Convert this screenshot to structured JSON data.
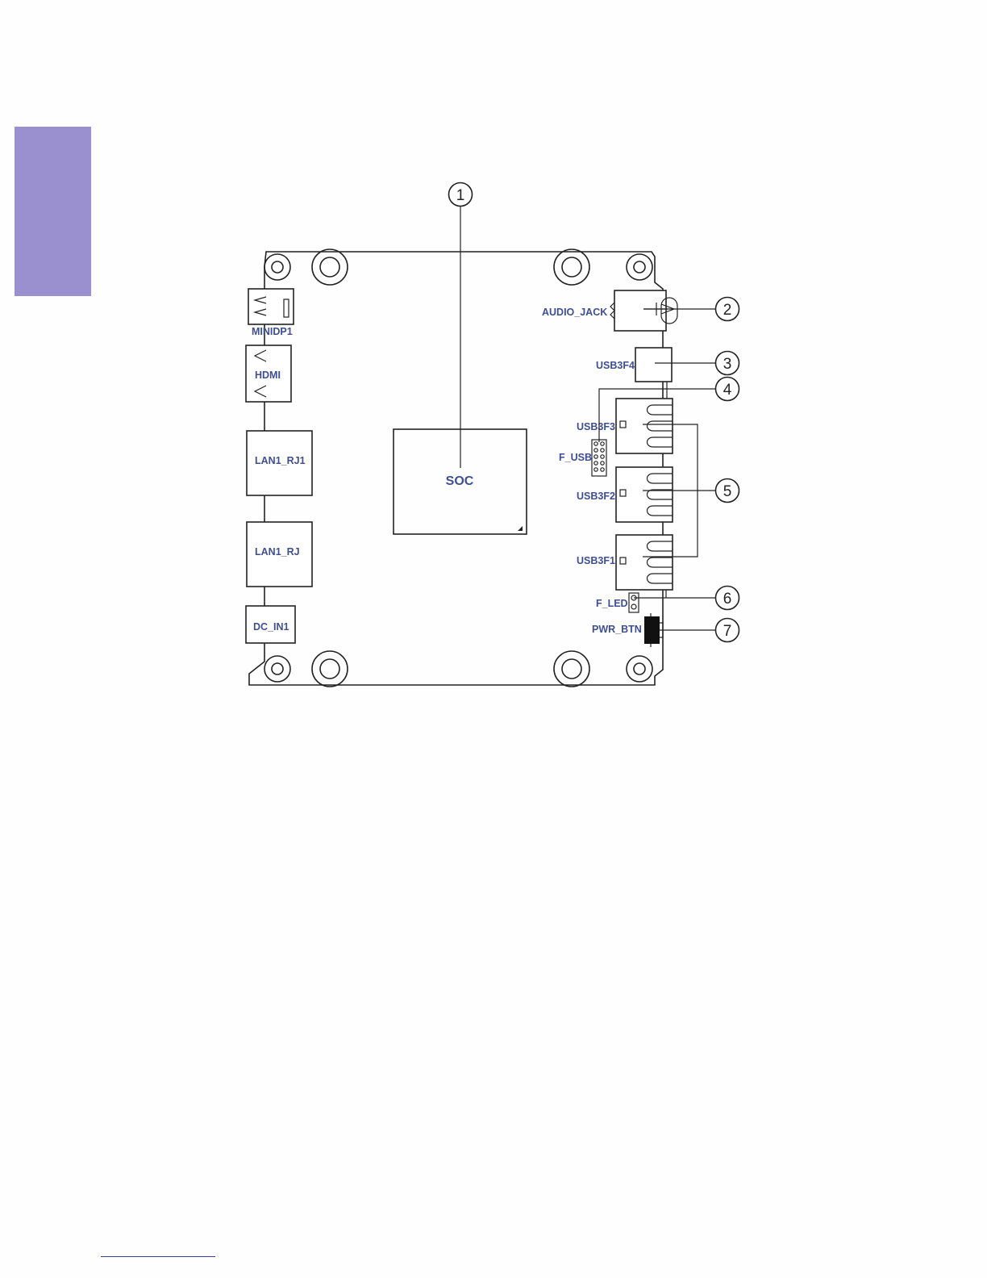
{
  "page": {
    "side_tab_color": "#9a8fcf",
    "label_color": "#3e4f93"
  },
  "board": {
    "components": {
      "soc": "SOC",
      "audio_jack": "AUDIO_JACK",
      "minidp": "MINIDP1",
      "hdmi": "HDMI",
      "lan1": "LAN1_RJ1",
      "lan2": "LAN1_RJ",
      "dc_in": "DC_IN1",
      "usb3f4": "USB3F4",
      "usb3f3": "USB3F3",
      "usb3f2": "USB3F2",
      "usb3f1": "USB3F1",
      "f_usb": "F_USB",
      "f_led": "F_LED",
      "pwr_btn": "PWR_BTN"
    },
    "callouts": [
      "1",
      "2",
      "3",
      "4",
      "5",
      "6",
      "7"
    ]
  }
}
